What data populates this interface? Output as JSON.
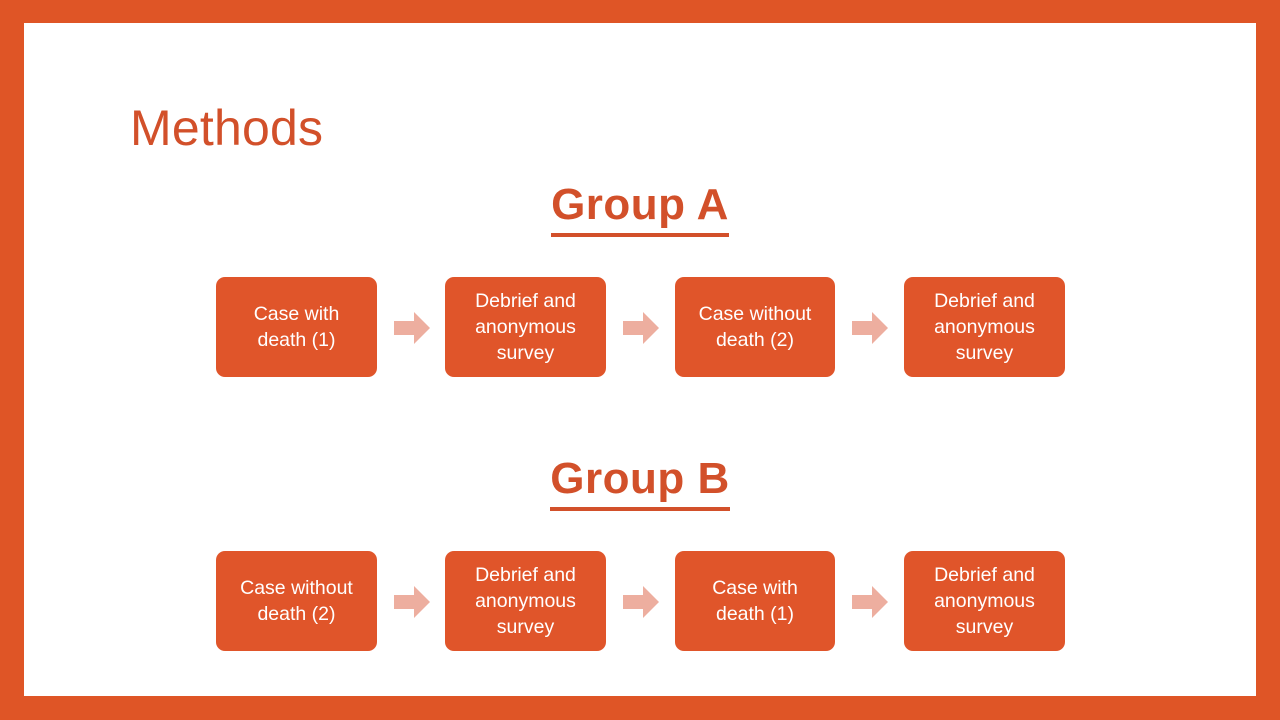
{
  "slide": {
    "title": "Methods",
    "border_color": "#DF5526",
    "accent_color": "#D2502A",
    "box_fill_color": "#E0552A",
    "box_text_color": "#FFFFFF",
    "arrow_color": "#EDAE9F",
    "background_color": "#FFFFFF"
  },
  "groups": [
    {
      "heading": "Group A",
      "steps": [
        {
          "label": "Case with death (1)",
          "lines": [
            "Case with",
            "death (1)"
          ]
        },
        {
          "label": "Debrief and anonymous survey",
          "lines": [
            "Debrief and",
            "anonymous",
            "survey"
          ]
        },
        {
          "label": "Case without death (2)",
          "lines": [
            "Case without",
            "death (2)"
          ]
        },
        {
          "label": "Debrief and anonymous survey",
          "lines": [
            "Debrief and",
            "anonymous",
            "survey"
          ]
        }
      ],
      "arrows": [
        "arrow-right",
        "arrow-right",
        "arrow-right"
      ]
    },
    {
      "heading": "Group B",
      "steps": [
        {
          "label": "Case without death (2)",
          "lines": [
            "Case without",
            "death (2)"
          ]
        },
        {
          "label": "Debrief and anonymous survey",
          "lines": [
            "Debrief and",
            "anonymous",
            "survey"
          ]
        },
        {
          "label": "Case with death (1)",
          "lines": [
            "Case with",
            "death (1)"
          ]
        },
        {
          "label": "Debrief and anonymous survey",
          "lines": [
            "Debrief and",
            "anonymous",
            "survey"
          ]
        }
      ],
      "arrows": [
        "arrow-right",
        "arrow-right",
        "arrow-right"
      ]
    }
  ]
}
